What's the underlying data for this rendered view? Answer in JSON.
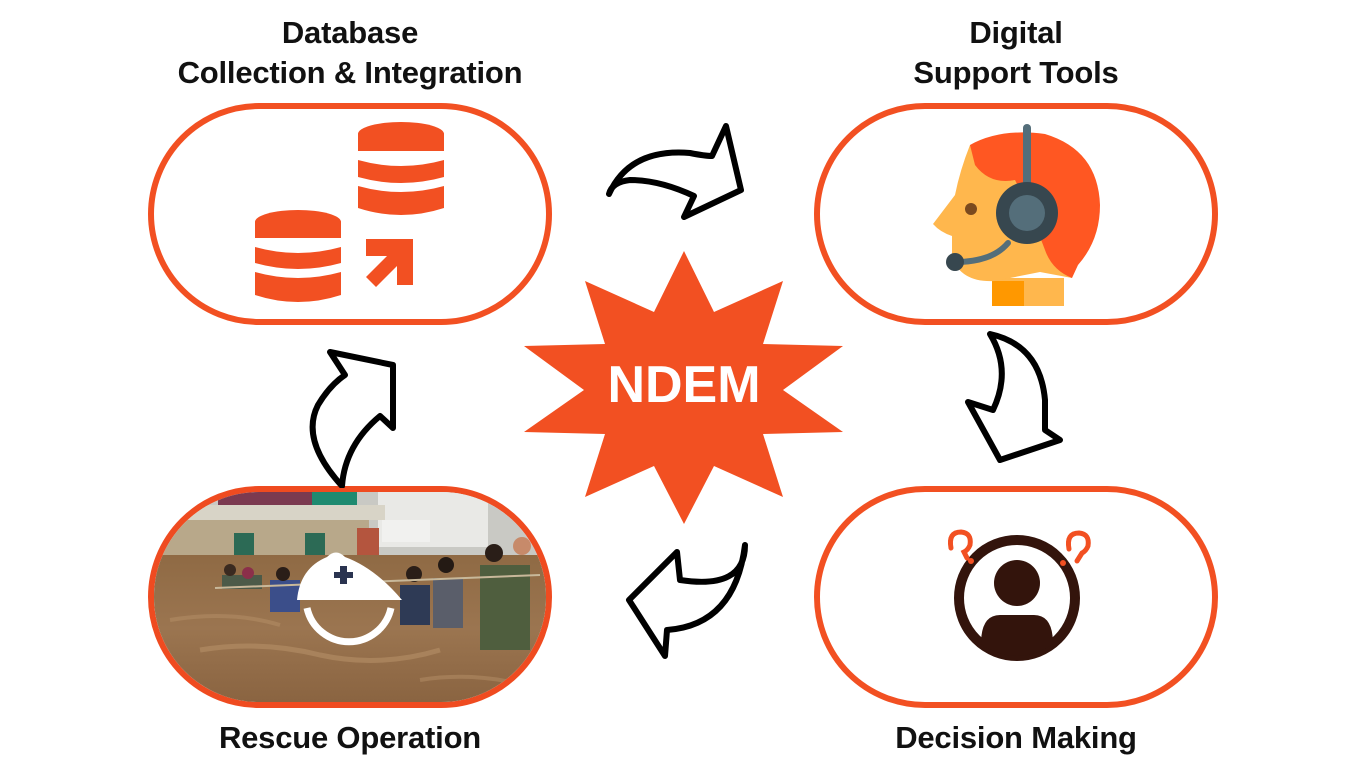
{
  "diagram": {
    "center": {
      "label": "NDEM",
      "shape": "star-burst"
    },
    "colors": {
      "accent": "#F25022",
      "arrow_stroke": "#000000",
      "text": "#111111",
      "skin": "#FFB74D",
      "hair": "#FF5722",
      "headset_dark": "#37474F",
      "headset_light": "#546E7A",
      "person_dark": "#33140C"
    },
    "nodes": [
      {
        "id": "database",
        "title_lines": [
          "Database",
          "Collection & Integration"
        ],
        "icon": "database-stack-icon"
      },
      {
        "id": "digital",
        "title_lines": [
          "Digital",
          "Support Tools"
        ],
        "icon": "headset-operator-icon"
      },
      {
        "id": "decision",
        "title_lines": [
          "Decision Making"
        ],
        "icon": "confused-person-icon"
      },
      {
        "id": "rescue",
        "title_lines": [
          "Rescue Operation"
        ],
        "icon": "rescue-helmet-icon",
        "background": "flood-rescue-photo"
      }
    ],
    "flow": [
      {
        "from": "database",
        "to": "digital",
        "icon": "curved-arrow-right-icon"
      },
      {
        "from": "digital",
        "to": "decision",
        "icon": "curved-arrow-down-icon"
      },
      {
        "from": "decision",
        "to": "rescue",
        "icon": "curved-arrow-left-icon"
      },
      {
        "from": "rescue",
        "to": "database",
        "icon": "curved-arrow-up-icon"
      }
    ]
  }
}
